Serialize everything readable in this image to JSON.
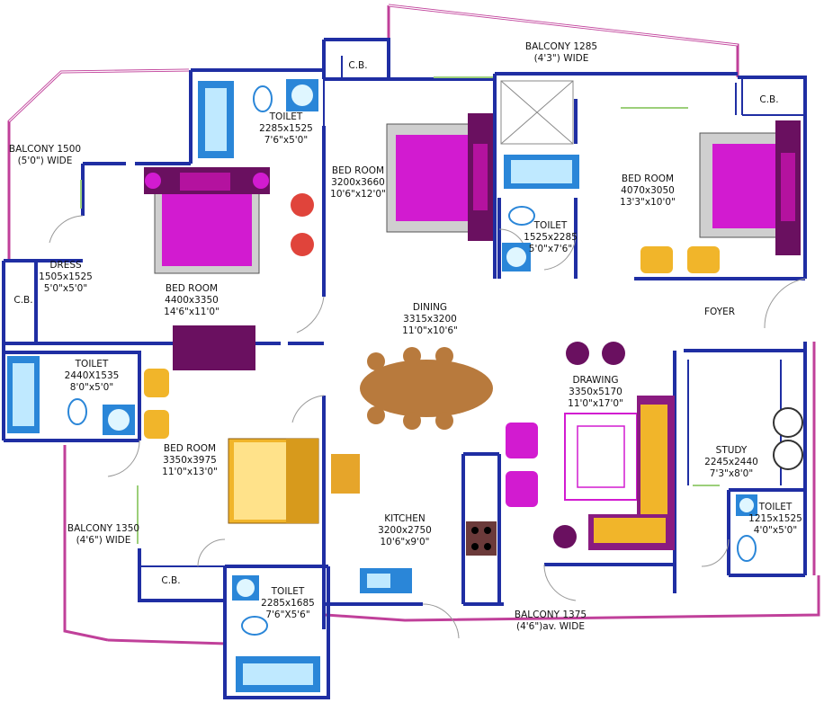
{
  "colors": {
    "wall": "#1f2ea3",
    "balcony_outline": "#c0409a",
    "magenta": "#d21bd0",
    "purple_dark": "#6a1060",
    "wood": "#b87a3d",
    "gold": "#f1b52a",
    "red_chair": "#e0443b",
    "cyan": "#45b8f0"
  },
  "rooms": [
    {
      "id": "balcony-top",
      "name": "BALCONY 1285",
      "dims": "(4'3\") WIDE"
    },
    {
      "id": "cb-top",
      "name": "C.B."
    },
    {
      "id": "toilet-top",
      "name": "TOILET",
      "dims": "2285x1525",
      "imperial": "7'6\"x5'0\""
    },
    {
      "id": "balcony-left",
      "name": "BALCONY 1500",
      "dims": "(5'0\") WIDE"
    },
    {
      "id": "bedroom-center",
      "name": "BED ROOM",
      "dims": "3200x3660",
      "imperial": "10'6\"x12'0\""
    },
    {
      "id": "toilet-center",
      "name": "TOILET",
      "dims": "1525x2285",
      "imperial": "5'0\"x7'6\""
    },
    {
      "id": "bedroom-right",
      "name": "BED ROOM",
      "dims": "4070x3050",
      "imperial": "13'3\"x10'0\""
    },
    {
      "id": "cb-right",
      "name": "C.B."
    },
    {
      "id": "dress",
      "name": "DRESS",
      "dims": "1505x1525",
      "imperial": "5'0\"x5'0\""
    },
    {
      "id": "cb-left",
      "name": "C.B."
    },
    {
      "id": "bedroom-master",
      "name": "BED ROOM",
      "dims": "4400x3350",
      "imperial": "14'6\"x11'0\""
    },
    {
      "id": "dining",
      "name": "DINING",
      "dims": "3315x3200",
      "imperial": "11'0\"x10'6\""
    },
    {
      "id": "foyer",
      "name": "FOYER"
    },
    {
      "id": "toilet-left",
      "name": "TOILET",
      "dims": "2440X1535",
      "imperial": "8'0\"x5'0\""
    },
    {
      "id": "drawing",
      "name": "DRAWING",
      "dims": "3350x5170",
      "imperial": "11'0\"x17'0\""
    },
    {
      "id": "bedroom-lower",
      "name": "BED ROOM",
      "dims": "3350x3975",
      "imperial": "11'0\"x13'0\""
    },
    {
      "id": "study",
      "name": "STUDY",
      "dims": "2245x2440",
      "imperial": "7'3\"x8'0\""
    },
    {
      "id": "kitchen",
      "name": "KITCHEN",
      "dims": "3200x2750",
      "imperial": "10'6\"x9'0\""
    },
    {
      "id": "toilet-right",
      "name": "TOILET",
      "dims": "1215x1525",
      "imperial": "4'0\"x5'0\""
    },
    {
      "id": "balcony-lower-left",
      "name": "BALCONY 1350",
      "dims": "(4'6\") WIDE"
    },
    {
      "id": "cb-lower",
      "name": "C.B."
    },
    {
      "id": "toilet-bottom",
      "name": "TOILET",
      "dims": "2285x1685",
      "imperial": "7'6\"X5'6\""
    },
    {
      "id": "balcony-bottom",
      "name": "BALCONY 1375",
      "dims": "(4'6\")av. WIDE"
    }
  ]
}
